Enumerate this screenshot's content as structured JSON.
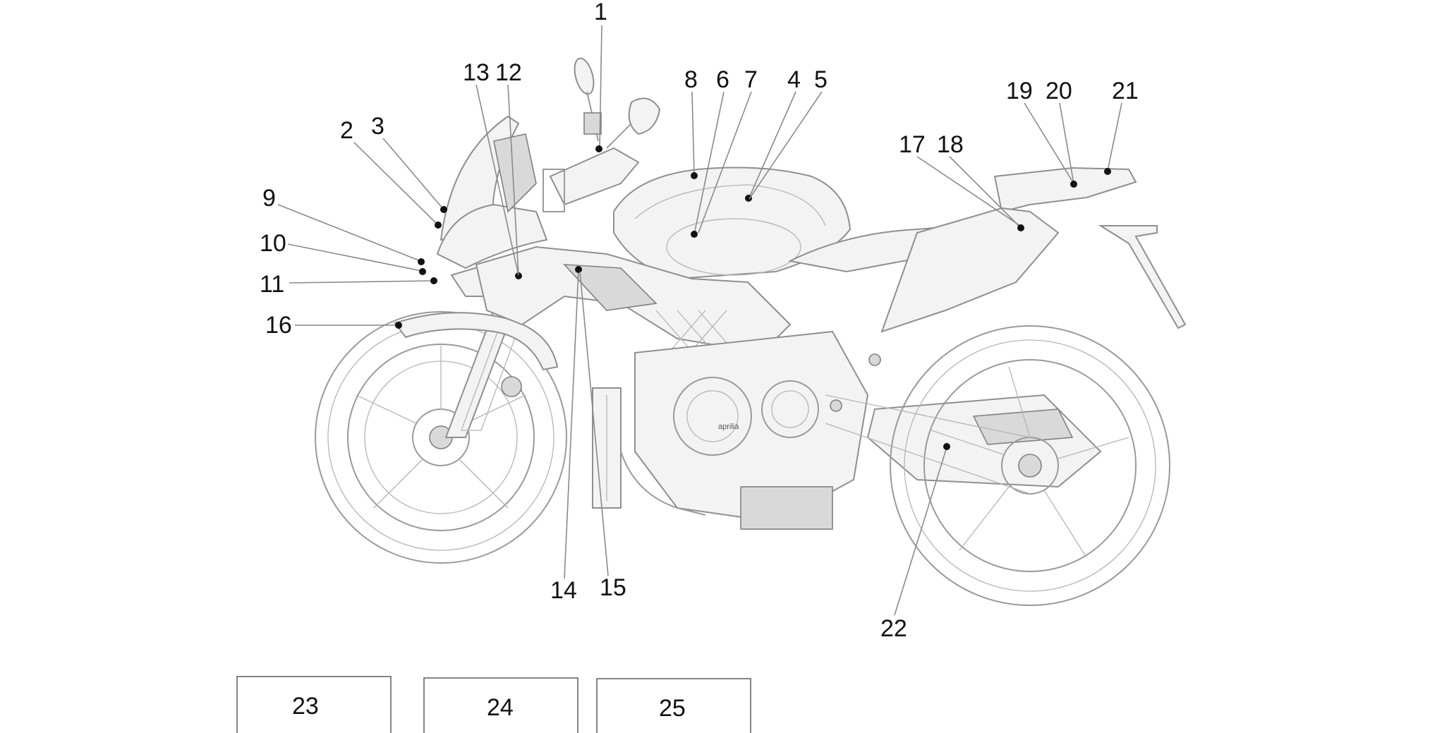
{
  "callouts": [
    {
      "id": "c1",
      "label": "1"
    },
    {
      "id": "c2",
      "label": "2"
    },
    {
      "id": "c3",
      "label": "3"
    },
    {
      "id": "c4",
      "label": "4"
    },
    {
      "id": "c5",
      "label": "5"
    },
    {
      "id": "c6",
      "label": "6"
    },
    {
      "id": "c7",
      "label": "7"
    },
    {
      "id": "c8",
      "label": "8"
    },
    {
      "id": "c9",
      "label": "9"
    },
    {
      "id": "c10",
      "label": "10"
    },
    {
      "id": "c11",
      "label": "11"
    },
    {
      "id": "c12",
      "label": "12"
    },
    {
      "id": "c13",
      "label": "13"
    },
    {
      "id": "c14",
      "label": "14"
    },
    {
      "id": "c15",
      "label": "15"
    },
    {
      "id": "c16",
      "label": "16"
    },
    {
      "id": "c17",
      "label": "17"
    },
    {
      "id": "c18",
      "label": "18"
    },
    {
      "id": "c19",
      "label": "19"
    },
    {
      "id": "c20",
      "label": "20"
    },
    {
      "id": "c21",
      "label": "21"
    },
    {
      "id": "c22",
      "label": "22"
    }
  ],
  "boxes": [
    {
      "id": "b23",
      "label": "23"
    },
    {
      "id": "b24",
      "label": "24"
    },
    {
      "id": "b25",
      "label": "25"
    }
  ],
  "brand_mark": "aprilia"
}
